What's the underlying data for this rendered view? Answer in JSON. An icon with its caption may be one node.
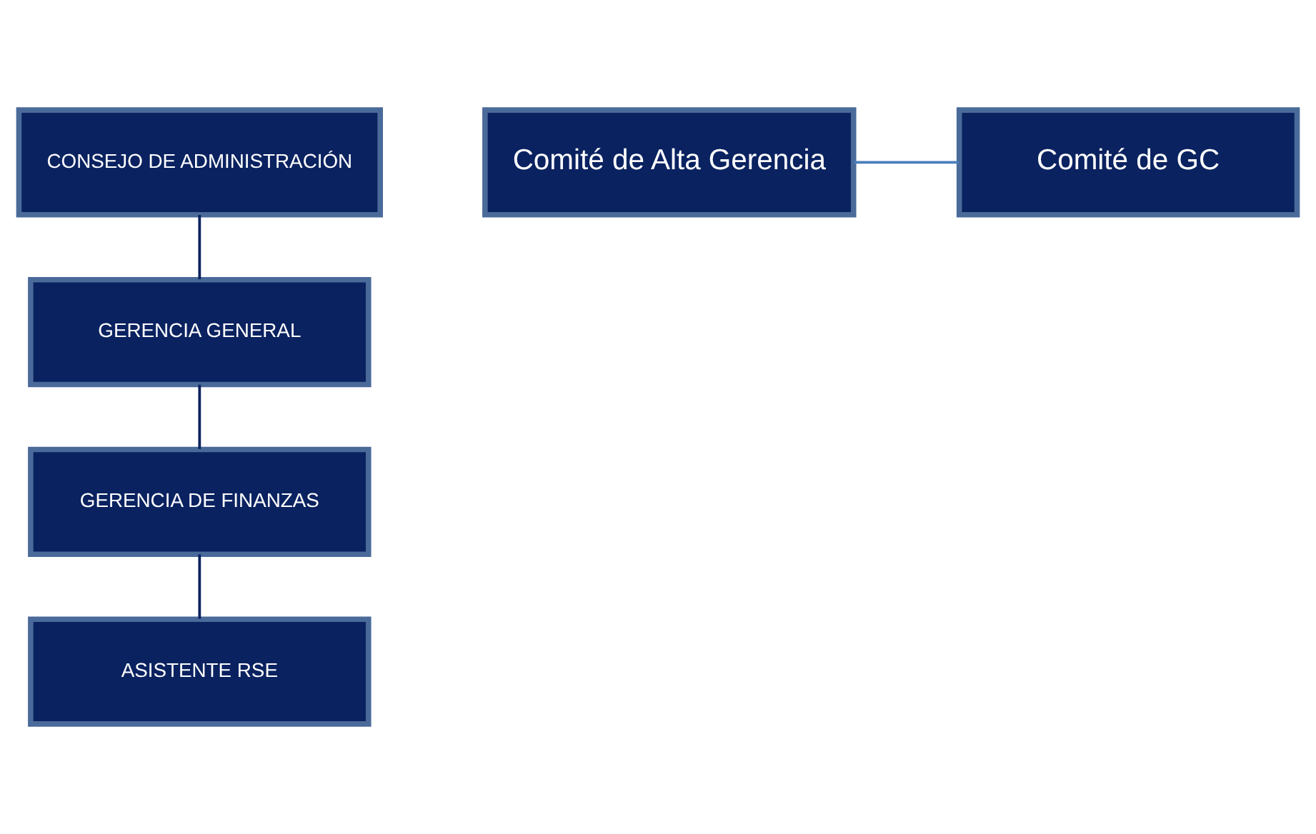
{
  "diagram": {
    "nodes": [
      {
        "text": [
          "CONSEJO DE ADMINISTRACIÓN"
        ]
      },
      {
        "text": [
          "GERENCIA GENERAL"
        ]
      },
      {
        "text": [
          "Comité de Alta Gerencia"
        ]
      },
      {
        "text": [
          "Comité de GC"
        ]
      },
      {
        "text": [
          "GERENCIA DE FINANZAS"
        ]
      },
      {
        "text": [
          "ASISTENTE RSE"
        ]
      }
    ],
    "edges": [
      {
        "from": 0,
        "to": 1,
        "arrow": "none"
      },
      {
        "from": 1,
        "to": 4,
        "arrow": "none"
      },
      {
        "from": 2,
        "to": 3,
        "arrow": "none",
        "color": "#4a7ebb"
      },
      {
        "from": 4,
        "to": 5,
        "arrow": "none"
      }
    ]
  }
}
